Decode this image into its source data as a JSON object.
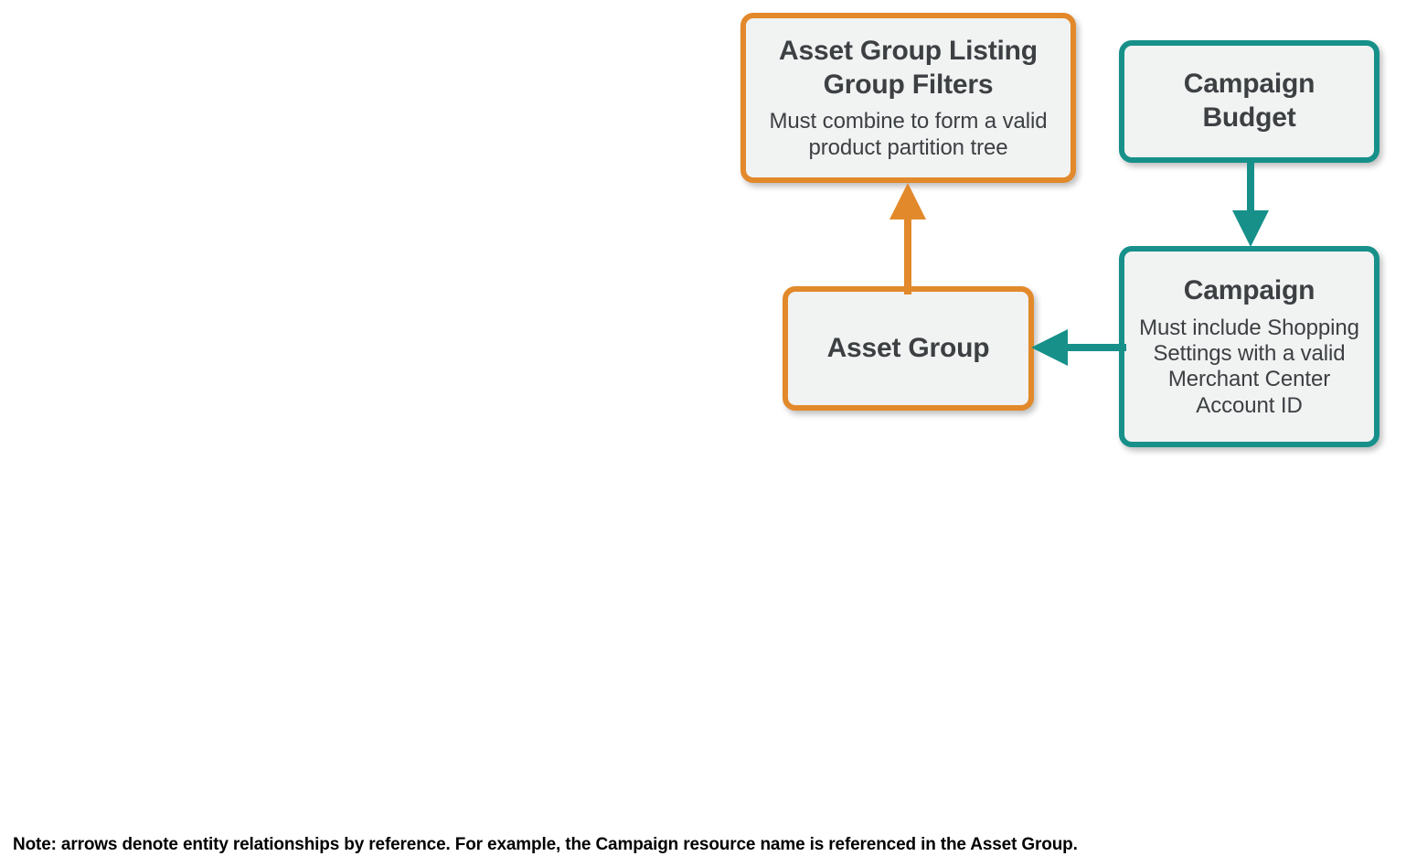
{
  "diagram": {
    "type": "entity-relationship",
    "colors": {
      "orange": "#e2892b",
      "teal": "#17908a",
      "node_fill": "#f1f2f2",
      "text": "#3c4043",
      "note_text": "#000000"
    },
    "nodes": [
      {
        "id": "asset-group-listing-group-filters",
        "title": "Asset Group Listing Group Filters",
        "subtitle": "Must combine to form a valid product partition tree",
        "color": "orange"
      },
      {
        "id": "campaign-budget",
        "title": "Campaign Budget",
        "subtitle": "",
        "color": "teal"
      },
      {
        "id": "campaign",
        "title": "Campaign",
        "subtitle": "Must include Shopping Settings with a valid Merchant Center Account ID",
        "color": "teal"
      },
      {
        "id": "asset-group",
        "title": "Asset Group",
        "subtitle": "",
        "color": "orange"
      }
    ],
    "edges": [
      {
        "id": "asset-group-to-listing-group-filters",
        "from": "asset-group",
        "to": "asset-group-listing-group-filters",
        "direction": "up",
        "color": "orange"
      },
      {
        "id": "campaign-budget-to-campaign",
        "from": "campaign-budget",
        "to": "campaign",
        "direction": "down",
        "color": "teal"
      },
      {
        "id": "campaign-to-asset-group",
        "from": "campaign",
        "to": "asset-group",
        "direction": "left",
        "color": "teal"
      }
    ]
  },
  "note": {
    "text": "Note: arrows denote entity relationships by reference. For example, the Campaign resource name is referenced in the Asset Group."
  }
}
